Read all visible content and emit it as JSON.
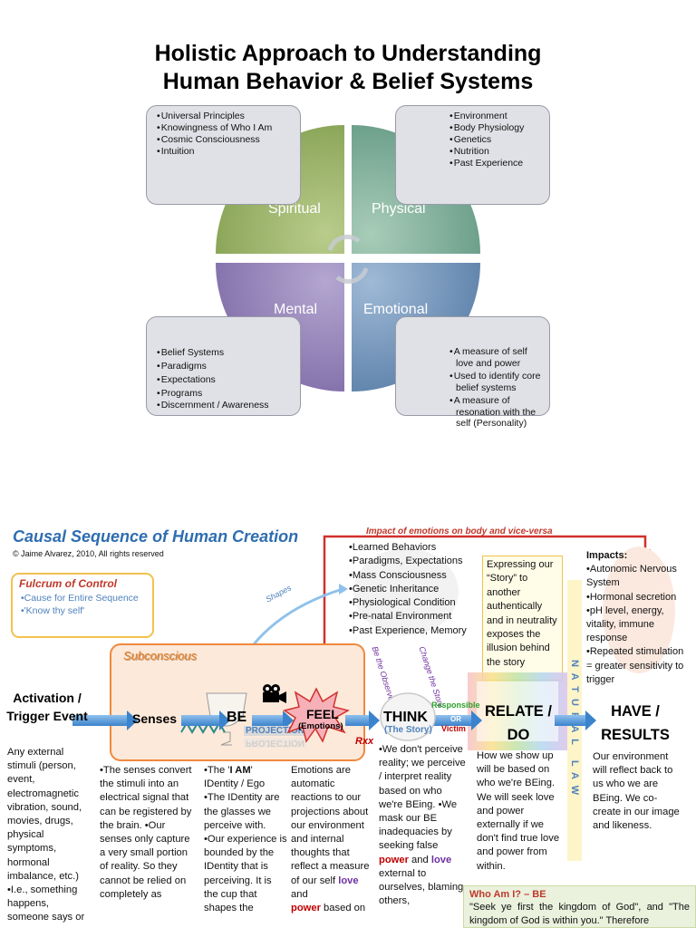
{
  "header": {
    "title_line1": "Holistic Approach to Understanding",
    "title_line2": "Human Behavior & Belief Systems"
  },
  "quadrants": {
    "spiritual": "Spiritual",
    "physical": "Physical",
    "mental": "Mental",
    "emotional": "Emotional",
    "colors": {
      "spiritual": "#90ab60",
      "physical": "#6ea38f",
      "mental": "#8974ad",
      "emotional": "#6286ac"
    }
  },
  "callouts": {
    "spiritual": [
      "Universal Principles",
      "Knowingness of Who I Am",
      "Cosmic Consciousness",
      "Intuition"
    ],
    "physical": [
      "Environment",
      "Body Physiology",
      "Genetics",
      "Nutrition",
      "Past Experience"
    ],
    "mental": [
      "Belief Systems",
      "Paradigms",
      "Expectations",
      "Programs",
      "Discernment / Awareness"
    ],
    "emotional": [
      "A measure of self love and power",
      "Used to identify core belief systems",
      "A measure of resonation with the self (Personality)"
    ]
  },
  "causal": {
    "title": "Causal Sequence of Human Creation",
    "copyright": "© Jaime Alvarez, 2010, All rights reserved",
    "impact_label": "Impact of emotions on body and vice-versa",
    "fulcrum": {
      "title": "Fulcrum of Control",
      "items": [
        "•Cause for Entire Sequence",
        "•'Know thy self'"
      ]
    },
    "subconscious": "Subconscious",
    "shapes": "Shapes",
    "influences": [
      "•Learned Behaviors",
      "•Paradigms, Expectations",
      "•Mass Consciousness",
      "•Genetic Inheritance",
      "•Physiological Condition",
      "•Pre-natal Environment",
      "•Past Experience, Memory"
    ],
    "expressing": "Expressing our “Story” to another authentically and in neutrality exposes the illusion behind the story",
    "impacts": {
      "title": "Impacts:",
      "items": [
        "•Autonomic Nervous System",
        "•Hormonal secretion",
        "•pH level, energy, vitality, immune response",
        "•Repeated stimulation = greater sensitivity to trigger"
      ]
    },
    "stages": {
      "activation": "Activation / Trigger Event",
      "senses": "Senses",
      "be": "BE",
      "projection": "PROJECTION",
      "feel": "FEEL",
      "emotions": "(Emotions)",
      "think": "THINK",
      "story": "(The Story)",
      "relate": "RELATE / DO",
      "have": "HAVE / RESULTS"
    },
    "observer": "Be the Observer",
    "change_story": "Change the Story",
    "responsible": "Responsible",
    "or": "OR",
    "victim": "Victim",
    "rxx": "Rxx",
    "natural_law": "N A T U R A L   L A W",
    "columns": {
      "activation": "Any external stimuli (person, event, electromagnetic vibration, sound, movies, drugs, physical symptoms, hormonal imbalance, etc.) •I.e., something happens, someone says or",
      "senses": "•The senses convert the stimuli into an electrical signal that can be registered by the brain. •Our senses only capture a very small portion of reality. So they cannot be relied on completely as",
      "be_prefix": "•The '",
      "be_bold": "I AM",
      "be_rest": "' IDentity / Ego •The IDentity are the glasses we perceive with. •Our experience is bounded by the IDentity that is perceiving. It is the cup that shapes the",
      "feel_1": "Emotions are automatic reactions to our projections about our environment and internal thoughts that reflect a measure of our self ",
      "love": "love",
      "and": " and",
      "power": "power",
      "feel_2": " based on",
      "think_1": "•We don't perceive reality; we perceive / interpret reality based on who we're BEing. •We mask our BE inadequacies by seeking false ",
      "think_2": " external to ourselves, blaming others,",
      "relate": "How we show up will be based on who we're BEing. We will seek love and power externally if we don't find true love and power from within.",
      "have": "Our environment will reflect back to us who we are BEing. We co-create in our image and likeness."
    },
    "who_am_i": {
      "title": "Who Am I? – BE",
      "text": "\"Seek ye first the kingdom of God\", and \"The kingdom of God is within you.\" Therefore"
    }
  }
}
